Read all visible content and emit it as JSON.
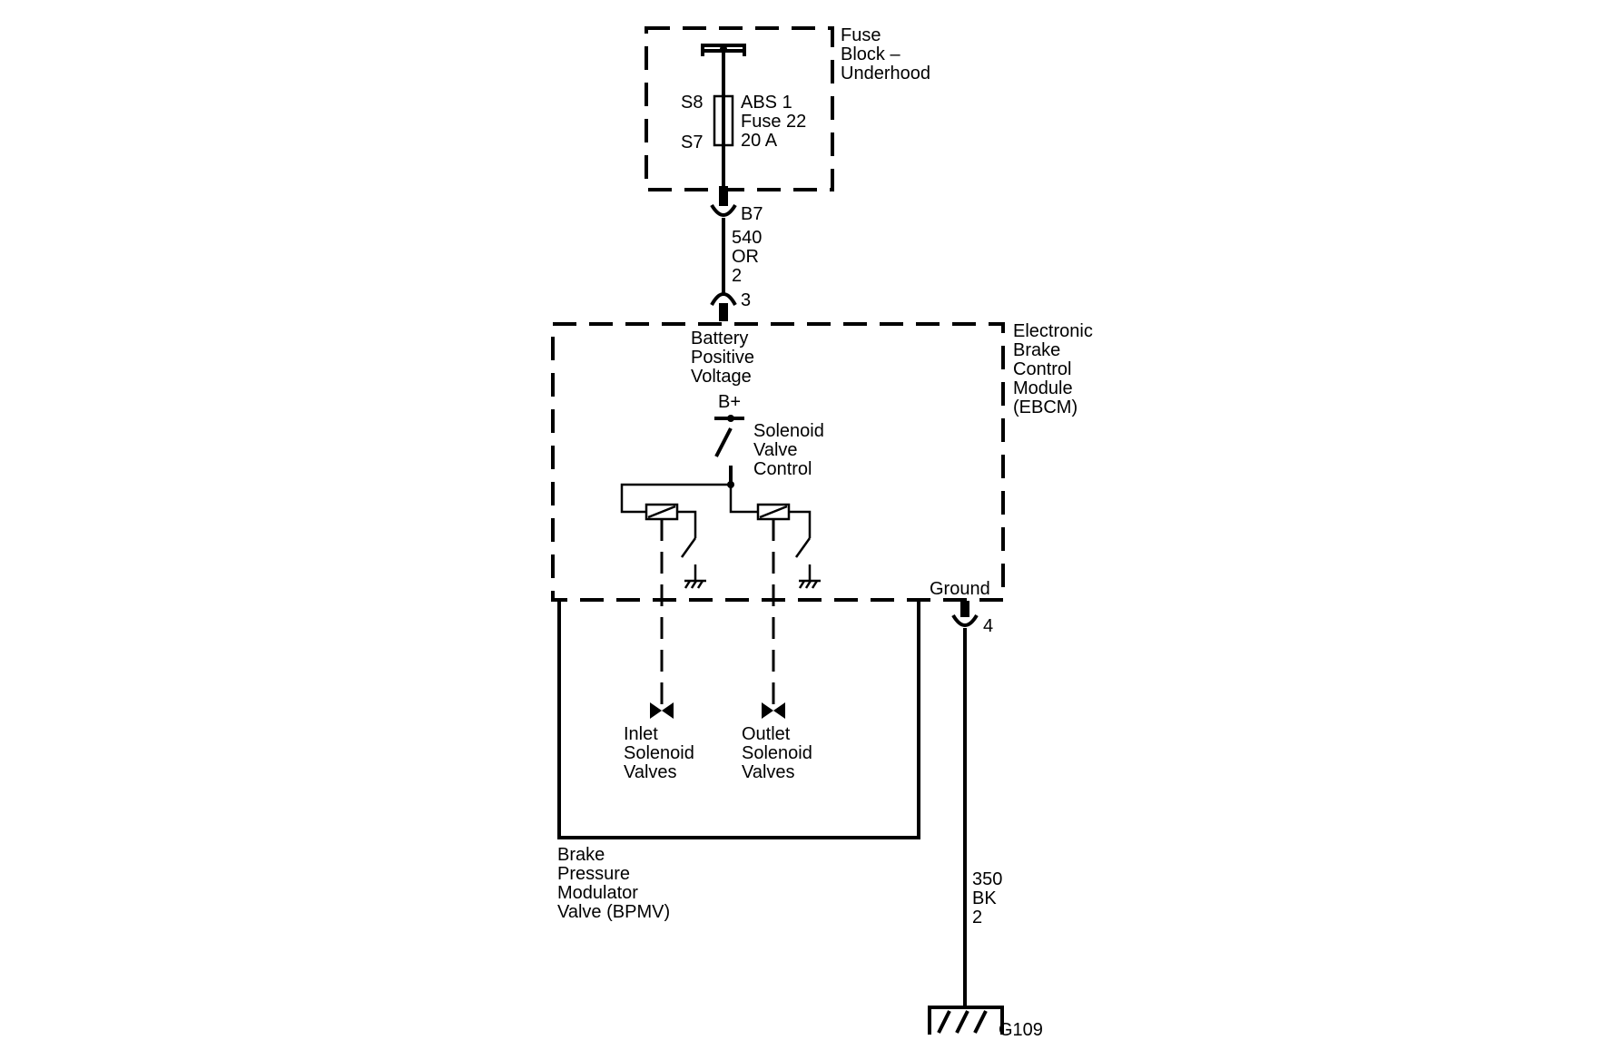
{
  "fuse_block": {
    "label": [
      "Fuse",
      "Block –",
      "Underhood"
    ],
    "terminal_top": "S8",
    "terminal_bottom": "S7",
    "fuse_name": "ABS 1",
    "fuse_number": "Fuse 22",
    "fuse_rating": "20 A"
  },
  "wire_540": {
    "connector_top": "B7",
    "circuit": "540",
    "color": "OR",
    "gauge": "2",
    "connector_bottom": "3"
  },
  "ebcm": {
    "label": [
      "Electronic",
      "Brake",
      "Control",
      "Module",
      "(EBCM)"
    ],
    "input_label": [
      "Battery",
      "Positive",
      "Voltage"
    ],
    "bplus": "B+",
    "control_label": [
      "Solenoid",
      "Valve",
      "Control"
    ],
    "ground_label": "Ground",
    "ground_connector": "4"
  },
  "bpmv": {
    "label": [
      "Brake",
      "Pressure",
      "Modulator",
      "Valve (BPMV)"
    ],
    "inlet_label": [
      "Inlet",
      "Solenoid",
      "Valves"
    ],
    "outlet_label": [
      "Outlet",
      "Solenoid",
      "Valves"
    ]
  },
  "wire_350": {
    "circuit": "350",
    "color": "BK",
    "gauge": "2"
  },
  "ground": {
    "label": "G109"
  }
}
